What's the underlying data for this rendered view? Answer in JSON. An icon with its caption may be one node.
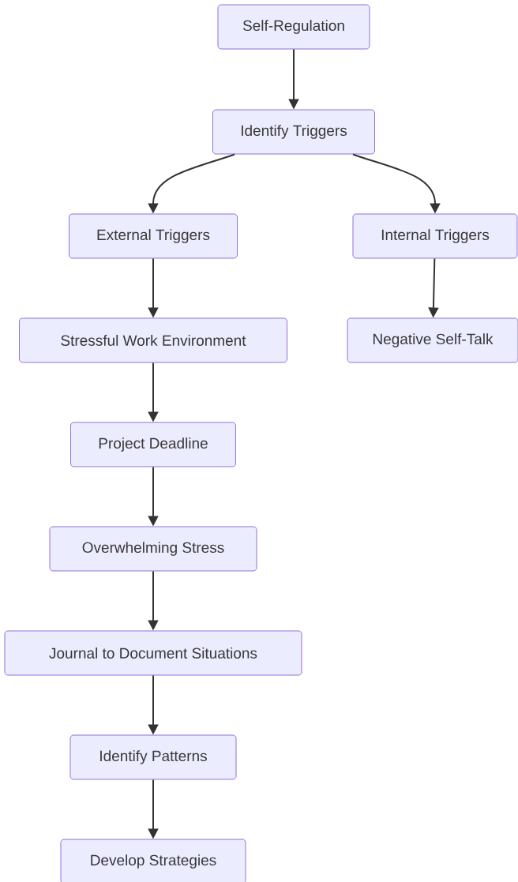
{
  "diagram": {
    "nodes": [
      {
        "text": [
          "Self-Regulation"
        ]
      },
      {
        "text": [
          "Identify Triggers"
        ]
      },
      {
        "text": [
          "External Triggers"
        ]
      },
      {
        "text": [
          "Internal Triggers"
        ]
      },
      {
        "text": [
          "Stressful Work Environment"
        ]
      },
      {
        "text": [
          "Negative Self-Talk"
        ]
      },
      {
        "text": [
          "Project Deadline"
        ]
      },
      {
        "text": [
          "Overwhelming Stress"
        ]
      },
      {
        "text": [
          "Journal to Document Situations"
        ]
      },
      {
        "text": [
          "Identify Patterns"
        ]
      },
      {
        "text": [
          "Develop Strategies"
        ]
      }
    ],
    "edges": [
      {
        "from": 0,
        "to": 1,
        "arrow": "to"
      },
      {
        "from": 1,
        "to": 2,
        "arrow": "to"
      },
      {
        "from": 1,
        "to": 3,
        "arrow": "to"
      },
      {
        "from": 2,
        "to": 4,
        "arrow": "to"
      },
      {
        "from": 3,
        "to": 5,
        "arrow": "to"
      },
      {
        "from": 4,
        "to": 6,
        "arrow": "to"
      },
      {
        "from": 6,
        "to": 7,
        "arrow": "to"
      },
      {
        "from": 7,
        "to": 8,
        "arrow": "to"
      },
      {
        "from": 8,
        "to": 9,
        "arrow": "to"
      },
      {
        "from": 9,
        "to": 10,
        "arrow": "to"
      }
    ]
  }
}
